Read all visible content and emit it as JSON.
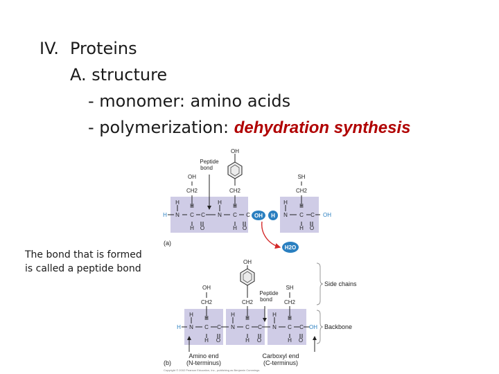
{
  "heading": {
    "num": "IV.",
    "title": "Proteins",
    "sub": "A. structure",
    "b1": "- monomer: amino acids",
    "b2_prefix": "- polymerization: ",
    "b2_em": "dehydration synthesis"
  },
  "note": {
    "line1": "The bond that is formed",
    "line2": "is called a peptide bond"
  },
  "diagram": {
    "peptide_bond": [
      "Peptide",
      "bond"
    ],
    "OH": "OH",
    "CH2": "CH2",
    "SH": "SH",
    "H": "H",
    "N": "N",
    "C": "C",
    "O": "O",
    "label_a": "(a)",
    "label_b": "(b)",
    "water": "H2O",
    "side_chains": "Side chains",
    "backbone": "Backbone",
    "amino_end": [
      "Amino end",
      "(N-terminus)"
    ],
    "carboxyl_end": [
      "Carboxyl end",
      "(C-terminus)"
    ],
    "copyright": "Copyright © 2002 Pearson Education, Inc., publishing as Benjamin Cummings"
  },
  "colors": {
    "accent_red": "#b00000",
    "backbone_box": "#cfcce6",
    "bond_blue": "#2a7fc0",
    "arrow_red": "#d42a2a"
  }
}
